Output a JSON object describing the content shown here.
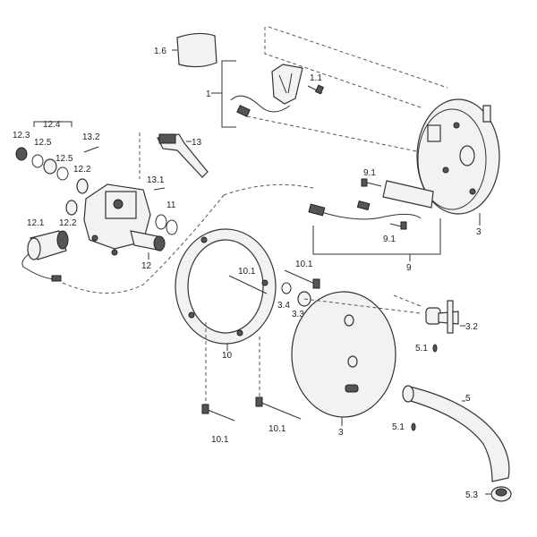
{
  "labels": {
    "l_1_6": "1.6",
    "l_1": "1",
    "l_1_1": "1.1",
    "l_12_4": "12.4",
    "l_12_3": "12.3",
    "l_12_5a": "12.5",
    "l_12_5b": "12.5",
    "l_13_2": "13.2",
    "l_13": "13",
    "l_12_2a": "12.2",
    "l_12_2b": "12.2",
    "l_13_1": "13.1",
    "l_11": "11",
    "l_12_1": "12.1",
    "l_12": "12",
    "l_9_1a": "9.1",
    "l_9_1b": "9.1",
    "l_9": "9",
    "l_3a": "3",
    "l_10_1a": "10.1",
    "l_10_1b": "10.1",
    "l_3_4": "3.4",
    "l_3_3": "3.3",
    "l_10": "10",
    "l_3_2": "3.2",
    "l_5_1a": "5.1",
    "l_5": "5",
    "l_10_1c": "10.1",
    "l_10_1d": "10.1",
    "l_3b": "3",
    "l_5_1b": "5.1",
    "l_5_3": "5.3"
  }
}
